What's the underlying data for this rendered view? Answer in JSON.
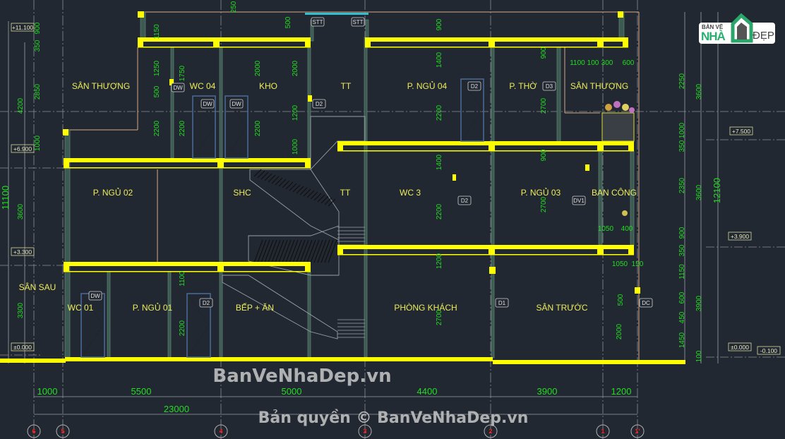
{
  "drawing": {
    "room_labels": [
      "SÂN THƯỢNG",
      "WC 04",
      "KHO",
      "TT",
      "P. NGỦ 04",
      "P. THỜ",
      "SÂN THƯỢNG",
      "P. NGỦ 02",
      "SHC",
      "TT",
      "WC 3",
      "P. NGỦ 03",
      "BAN CÔNG",
      "SÂN SAU",
      "WC 01",
      "P. NGỦ 01",
      "BẾP + ĂN",
      "PHÒNG KHÁCH",
      "SÂN TRƯỚC"
    ],
    "level_marks": [
      "+11.100",
      "+6.900",
      "+3.300",
      "±0.000",
      "+7.500",
      "+3.900",
      "±0.000",
      "-0.100"
    ],
    "door_tags": [
      "STT",
      "STT",
      "DW",
      "DW",
      "DW",
      "D2",
      "D2",
      "D3",
      "D2",
      "DV1",
      "DW",
      "D2",
      "D1",
      "DC"
    ],
    "vertical_dims": [
      "900",
      "350",
      "2850",
      "4200",
      "1000",
      "3600",
      "3300",
      "250",
      "1150",
      "1250",
      "1750",
      "500",
      "2200",
      "2200",
      "2000",
      "2200",
      "500",
      "2000",
      "1200",
      "1000",
      "900",
      "1400",
      "2200",
      "900",
      "2700",
      "2250",
      "3600",
      "1000",
      "350",
      "1400",
      "900",
      "2200",
      "2350",
      "3600",
      "2700",
      "900",
      "350",
      "1200",
      "1150",
      "600",
      "3900",
      "450",
      "1450",
      "100",
      "500",
      "2700",
      "2000",
      "1100",
      "2200"
    ],
    "horizontal_dims": [
      "1100",
      "100",
      "300",
      "600",
      "1050",
      "400",
      "1050",
      "150"
    ],
    "total_heights": [
      "11100",
      "12100"
    ],
    "bottom_dims": [
      "1000",
      "5500",
      "5000",
      "4400",
      "3900",
      "1200"
    ],
    "total_length": "23000",
    "axis_labels": [
      "6",
      "5",
      "4",
      "3",
      "2",
      "1",
      "1'"
    ],
    "colors": {
      "background": "#222831",
      "slab": "#ffff00",
      "dimension": "#22dd22",
      "room_text": "#eded5a"
    }
  },
  "watermark": {
    "center": "BanVeNhaDep.vn",
    "bottom": "Bản quyền © BanVeNhaDep.vn",
    "logo_top": "BẢN VẼ",
    "logo_main": "NHÀ",
    "logo_sub": "ĐẸP"
  }
}
